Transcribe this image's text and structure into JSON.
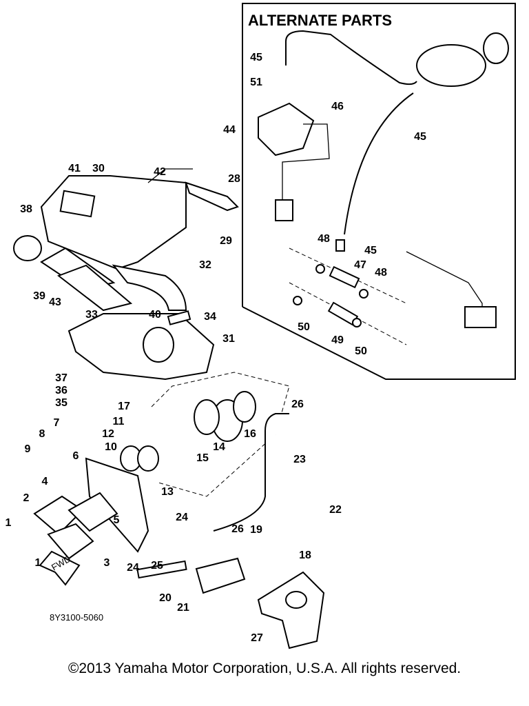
{
  "alternate_parts_title": "ALTERNATE PARTS",
  "diagram_code": "8Y3100-5060",
  "fwd_marker": "FWD",
  "copyright": "©2013 Yamaha Motor Corporation, U.S.A. All rights reserved.",
  "callouts": [
    "45",
    "51",
    "46",
    "45",
    "44",
    "41",
    "30",
    "42",
    "28",
    "38",
    "29",
    "48",
    "45",
    "47",
    "48",
    "32",
    "39",
    "43",
    "33",
    "40",
    "34",
    "50",
    "49",
    "50",
    "31",
    "37",
    "36",
    "35",
    "17",
    "26",
    "7",
    "11",
    "12",
    "8",
    "16",
    "9",
    "10",
    "14",
    "15",
    "23",
    "6",
    "13",
    "4",
    "22",
    "2",
    "1",
    "5",
    "24",
    "26",
    "19",
    "3",
    "1",
    "24",
    "25",
    "18",
    "20",
    "21",
    "27"
  ]
}
